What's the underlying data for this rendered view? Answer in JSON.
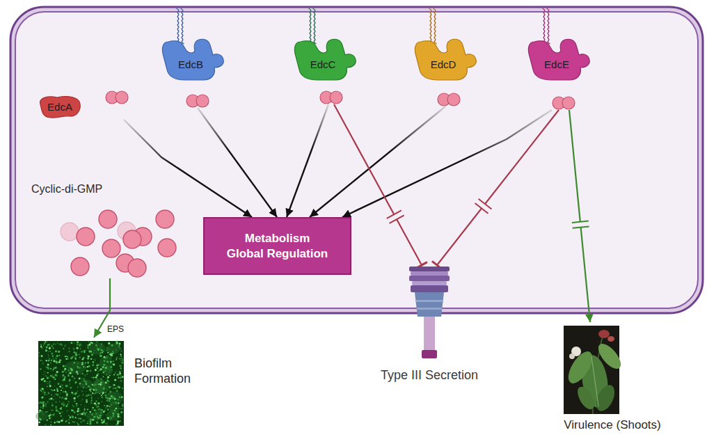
{
  "diagram": {
    "nodes": [
      {
        "text": [
          "EdcA"
        ]
      },
      {
        "text": [
          "EdcB"
        ]
      },
      {
        "text": [
          "EdcC"
        ]
      },
      {
        "text": [
          "EdcD"
        ]
      },
      {
        "text": [
          "EdcE"
        ]
      },
      {
        "text": [
          "Cyclic-di-GMP"
        ]
      },
      {
        "text": [
          "Metabolism Global Regulation"
        ]
      },
      {
        "text": [
          "Biofilm Formation"
        ]
      },
      {
        "text": [
          "Type III Secretion"
        ]
      },
      {
        "text": [
          "Virulence (Shoots)"
        ]
      }
    ],
    "edges": [
      {
        "from": 0,
        "to": 6,
        "arrow": "to"
      },
      {
        "from": 1,
        "to": 6,
        "arrow": "to"
      },
      {
        "from": 2,
        "to": 6,
        "arrow": "to"
      },
      {
        "from": 3,
        "to": 6,
        "arrow": "to"
      },
      {
        "from": 4,
        "to": 6,
        "arrow": "to"
      },
      {
        "from": 2,
        "to": 8,
        "arrow": "to"
      },
      {
        "from": 4,
        "to": 8,
        "arrow": "to"
      },
      {
        "from": 4,
        "to": 9,
        "arrow": "to"
      },
      {
        "from": 5,
        "to": 7,
        "arrow": "to",
        "label": "EPS"
      }
    ]
  }
}
